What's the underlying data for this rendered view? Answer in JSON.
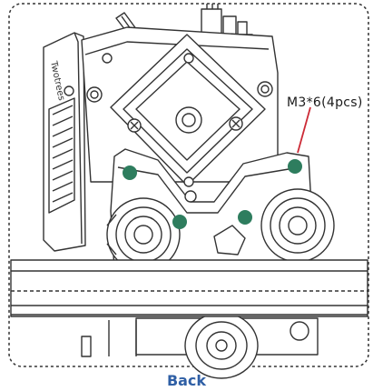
{
  "callout": {
    "label": "M3*6(4pcs)"
  },
  "caption": {
    "text": "Back"
  },
  "emboss": {
    "text": "Twotrees"
  },
  "colors": {
    "screw_marker": "#2e7d5e",
    "leader_line": "#cc2a36",
    "caption": "#2f5fa5",
    "line_art": "#333333"
  },
  "markers": {
    "count": 4
  }
}
